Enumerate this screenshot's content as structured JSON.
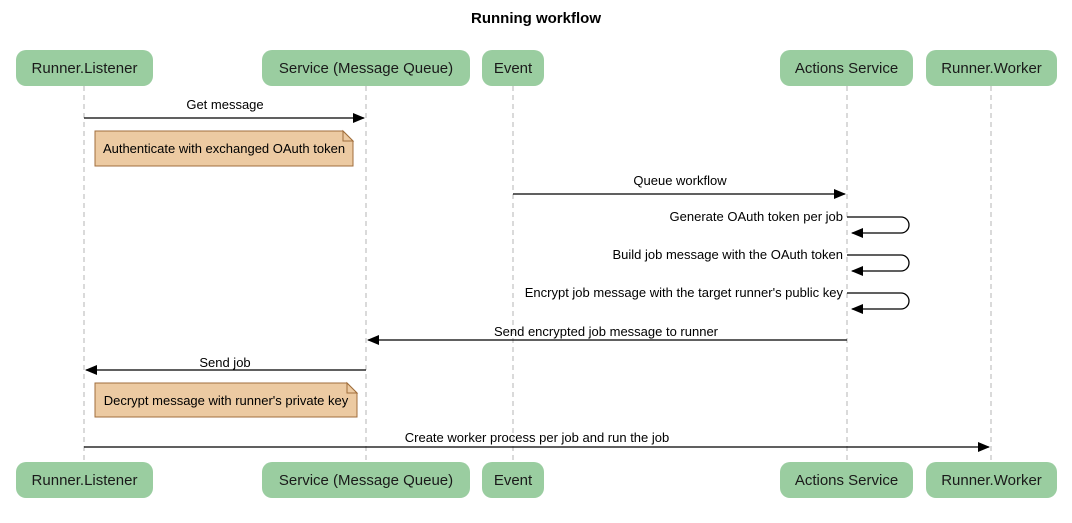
{
  "title": "Running workflow",
  "participants": [
    {
      "name": "Runner.Listener"
    },
    {
      "name": "Service (Message Queue)"
    },
    {
      "name": "Event"
    },
    {
      "name": "Actions Service"
    },
    {
      "name": "Runner.Worker"
    }
  ],
  "messages": [
    {
      "label": "Get message",
      "from": "Runner.Listener",
      "to": "Service (Message Queue)",
      "type": "arrow"
    },
    {
      "label": "Queue workflow",
      "from": "Event",
      "to": "Actions Service",
      "type": "arrow"
    },
    {
      "label": "Generate OAuth token per job",
      "from": "Actions Service",
      "to": "Actions Service",
      "type": "self"
    },
    {
      "label": "Build job message with the OAuth token",
      "from": "Actions Service",
      "to": "Actions Service",
      "type": "self"
    },
    {
      "label": "Encrypt job message with the target runner's public key",
      "from": "Actions Service",
      "to": "Actions Service",
      "type": "self"
    },
    {
      "label": "Send encrypted job message to runner",
      "from": "Actions Service",
      "to": "Service (Message Queue)",
      "type": "arrow"
    },
    {
      "label": "Send job",
      "from": "Service (Message Queue)",
      "to": "Runner.Listener",
      "type": "arrow"
    },
    {
      "label": "Create worker process per job and run the job",
      "from": "Runner.Listener",
      "to": "Runner.Worker",
      "type": "arrow"
    }
  ],
  "notes": [
    {
      "text": "Authenticate with exchanged OAuth token",
      "anchor": "Runner.Listener"
    },
    {
      "text": "Decrypt message with runner's private key",
      "anchor": "Runner.Listener"
    }
  ],
  "colors": {
    "participant_fill": "#9ACDA0",
    "participant_text": "#1a1a1a",
    "note_fill": "#ECCAA2",
    "note_border": "#A06E3C",
    "lifeline": "#b5b5b5",
    "arrow": "#000000",
    "title_text": "#000000"
  }
}
